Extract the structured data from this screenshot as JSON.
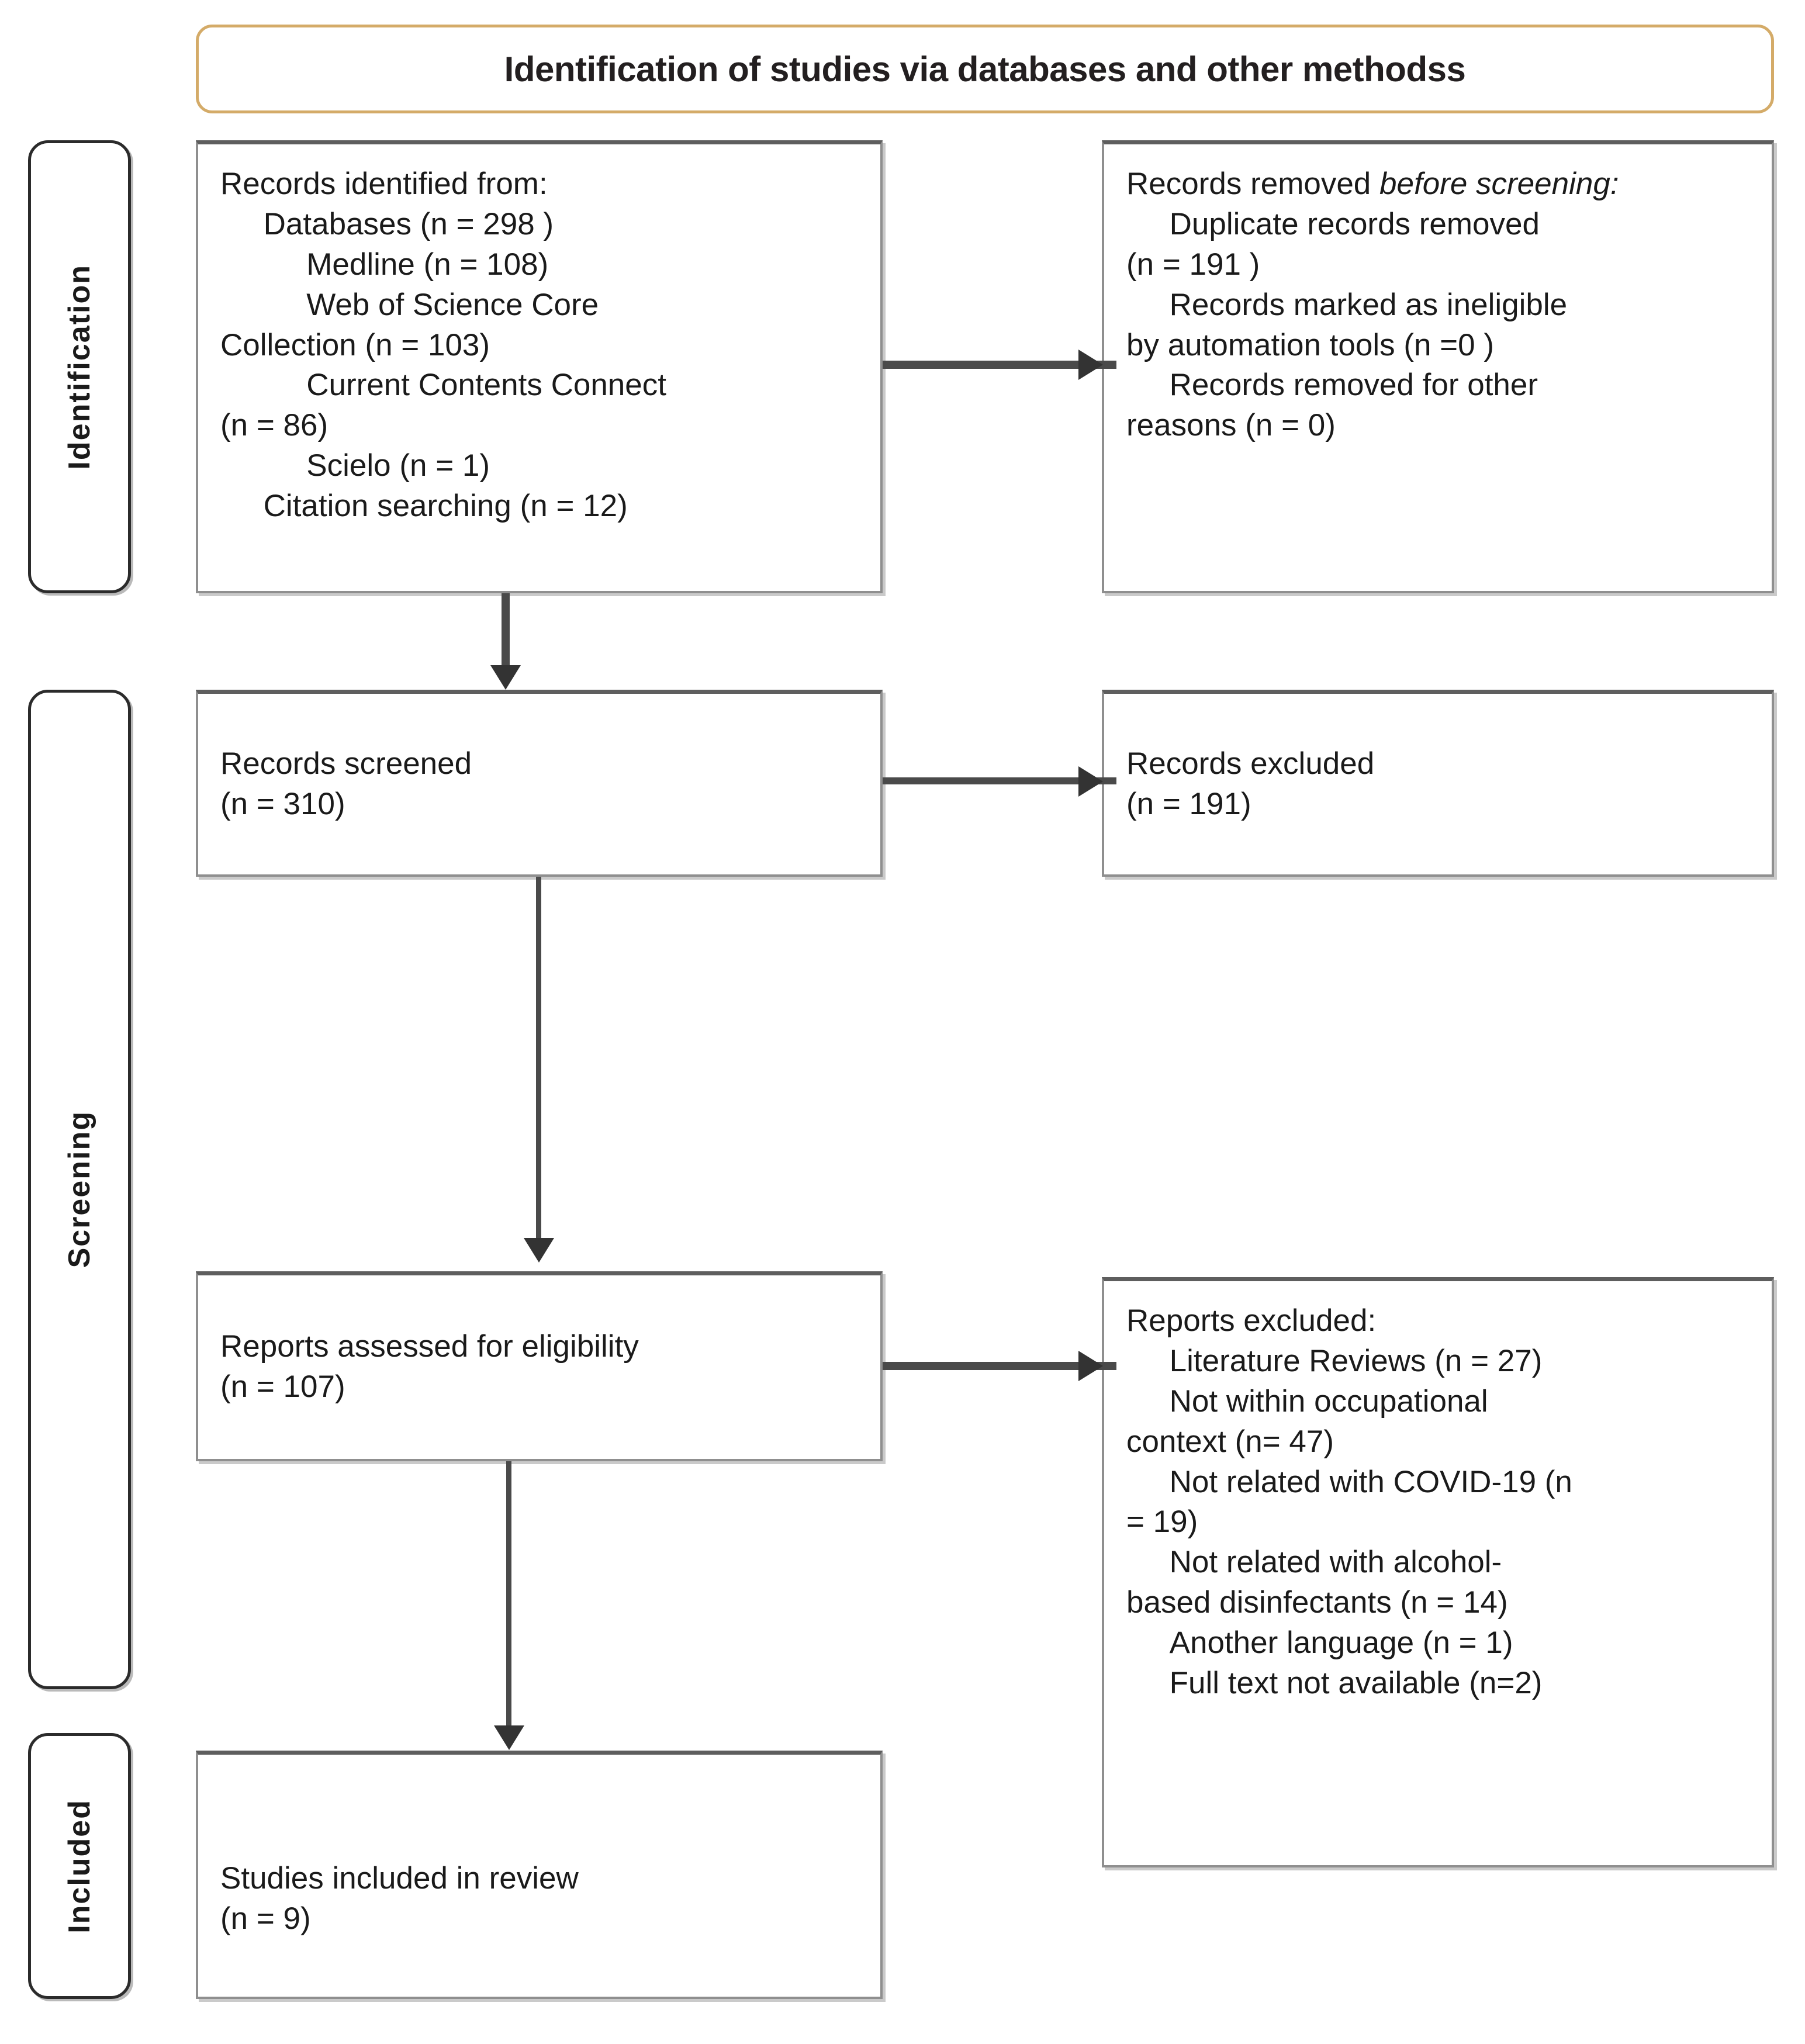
{
  "title": {
    "text": "Identification of studies via databases and other methodss",
    "border_color": "#d4ab68"
  },
  "stages": [
    {
      "key": "identification",
      "label": "Identification"
    },
    {
      "key": "screening",
      "label": "Screening"
    },
    {
      "key": "included",
      "label": "Included"
    }
  ],
  "boxes": {
    "records_identified": {
      "text": "Records identified from:\n     Databases (n = 298 )\n          Medline (n = 108)\n          Web of Science Core\nCollection (n = 103)\n          Current Contents Connect\n(n = 86)\n          Scielo (n = 1)\n     Citation searching (n = 12)"
    },
    "records_removed": {
      "lead": "Records removed ",
      "lead_italic": "before screening:",
      "rest": "\n     Duplicate records removed\n(n = 191 )\n     Records marked as ineligible\nby automation tools (n =0 )\n     Records removed for other\nreasons (n = 0)"
    },
    "records_screened": {
      "text": "Records screened\n(n = 310)"
    },
    "records_excluded": {
      "text": "Records excluded\n(n = 191)"
    },
    "reports_assessed": {
      "text": "Reports assessed for eligibility\n(n = 107)"
    },
    "reports_excluded": {
      "text": "Reports excluded:\n     Literature Reviews (n = 27)\n     Not within occupational\ncontext (n= 47)\n     Not related with COVID-19 (n\n= 19)\n     Not related with alcohol-\nbased disinfectants (n = 14)\n     Another language (n = 1)\n     Full text not available (n=2)"
    },
    "studies_included": {
      "text": "Studies included in review\n(n = 9)"
    }
  },
  "colors": {
    "box_border": "#8f8f8f",
    "box_border_top": "#5e5e5e",
    "connector": "#4a4a4a",
    "title_border": "#d4ab68",
    "pill_border": "#2b2b2b"
  }
}
